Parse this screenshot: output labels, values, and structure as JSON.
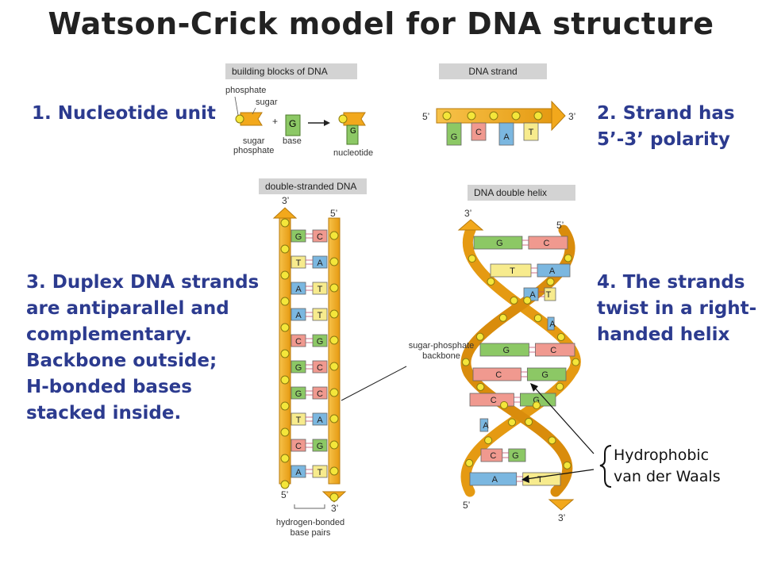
{
  "title": "Watson-Crick model for DNA structure",
  "points": {
    "p1": "1.  Nucleotide unit",
    "p2_line1": "2. Strand has",
    "p2_line2": "5’-3’ polarity",
    "p3_lines": [
      "3. Duplex DNA strands",
      "are antiparallel and",
      "complementary.",
      "Backbone outside;",
      "H-bonded bases",
      "stacked inside."
    ],
    "p4_lines": [
      "4. The strands",
      "twist in a right-",
      "handed helix"
    ]
  },
  "panels": {
    "building_blocks": {
      "header": "building blocks of DNA",
      "phosphate": "phosphate",
      "sugar": "sugar",
      "plus": "+",
      "base_letter": "G",
      "sugar_phosphate": [
        "sugar",
        "phosphate"
      ],
      "base": "base",
      "nucleotide": "nucleotide"
    },
    "strand": {
      "header": "DNA strand",
      "five_prime": "5’",
      "three_prime": "3’",
      "bases": [
        "G",
        "C",
        "A",
        "T"
      ]
    },
    "double": {
      "header": "double-stranded DNA",
      "top_left": "3’",
      "top_right": "5’",
      "bottom_left": "5’",
      "bottom_right": "3’",
      "pairs": [
        [
          "G",
          "C"
        ],
        [
          "T",
          "A"
        ],
        [
          "A",
          "T"
        ],
        [
          "A",
          "T"
        ],
        [
          "C",
          "G"
        ],
        [
          "G",
          "C"
        ],
        [
          "G",
          "C"
        ],
        [
          "T",
          "A"
        ],
        [
          "C",
          "G"
        ],
        [
          "A",
          "T"
        ]
      ],
      "caption": [
        "hydrogen-bonded",
        "base pairs"
      ]
    },
    "helix": {
      "header": "DNA double helix",
      "top_left": "3’",
      "top_right": "5’",
      "bottom_left": "5’",
      "bottom_right": "3’",
      "pairs": [
        [
          "G",
          "C"
        ],
        [
          "T",
          "A"
        ],
        [
          "A",
          "T"
        ],
        [
          "A",
          ""
        ],
        [
          "G",
          "C"
        ],
        [
          "C",
          "G"
        ],
        [
          "C",
          "G"
        ],
        [
          "A",
          ""
        ],
        [
          "C",
          "G"
        ],
        [
          "A",
          "T"
        ]
      ],
      "backbone_label": [
        "sugar-phosphate",
        "backbone"
      ]
    }
  },
  "annotation": {
    "line1": "Hydrophobic",
    "line2": "van der Waals"
  },
  "colors": {
    "backbone": "#f2a81c",
    "backbone_edge": "#c07d0a",
    "phosphate": "#f4e63a",
    "G": "#8cc865",
    "C": "#f0998f",
    "A": "#7bb7e0",
    "T": "#f7eb8d",
    "text_blue": "#2c3b8f",
    "header_gray": "#d3d3d3"
  }
}
